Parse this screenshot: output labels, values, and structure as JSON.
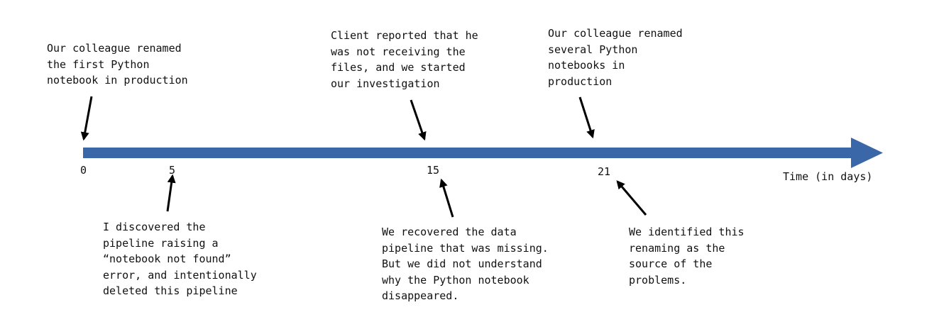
{
  "axis": {
    "label": "Time (in days)",
    "color": "#3a67a8",
    "ticks": [
      "0",
      "5",
      "15",
      "21"
    ]
  },
  "events": [
    {
      "day": "0",
      "position": "above",
      "text": "Our colleague renamed\nthe first Python\nnotebook in production"
    },
    {
      "day": "5",
      "position": "below",
      "text": "I discovered the\npipeline raising a\n“notebook not found”\nerror, and intentionally\ndeleted this pipeline"
    },
    {
      "day": "15",
      "position": "above",
      "text": "Client reported that he\nwas not receiving the\nfiles, and we started\nour investigation"
    },
    {
      "day": "15",
      "position": "below",
      "text": "We recovered the data\npipeline that was missing.\nBut we did not understand\nwhy the Python notebook\ndisappeared."
    },
    {
      "day": "21",
      "position": "above",
      "text": "Our colleague renamed\nseveral Python\nnotebooks in\nproduction"
    },
    {
      "day": "21",
      "position": "below",
      "text": "We identified this\nrenaming as the\nsource of the\nproblems."
    }
  ]
}
